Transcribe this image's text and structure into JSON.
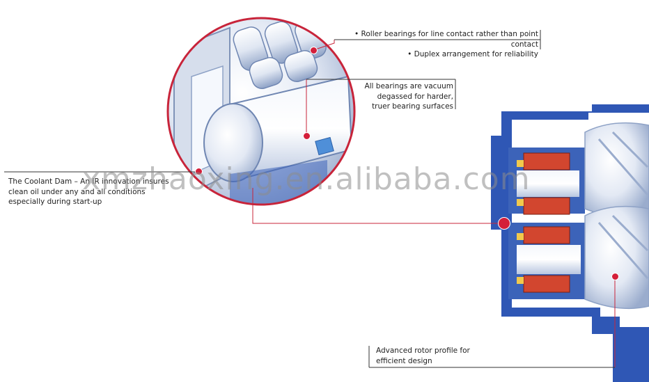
{
  "callouts": {
    "roller": {
      "line1": "• Roller bearings for line contact rather than point contact",
      "line2": "• Duplex arrangement for reliability"
    },
    "vacuum": {
      "line1": "All bearings are vacuum",
      "line2": "degassed for harder,",
      "line3": "truer bearing surfaces"
    },
    "coolant": {
      "line1": "The Coolant Dam – An IR innovation insures",
      "line2": "clean oil under any and all conditions",
      "line3": "especially during start-up"
    },
    "rotor": {
      "line1": "Advanced rotor profile for",
      "line2": "efficient design"
    }
  },
  "watermark": "xmzhaoxing.en.alibaba.com",
  "colors": {
    "accent_red": "#c8243a",
    "bearing_red": "#d2462f",
    "steel_blue": "#9fb3d8",
    "housing_grey": "#cfd6e6"
  }
}
